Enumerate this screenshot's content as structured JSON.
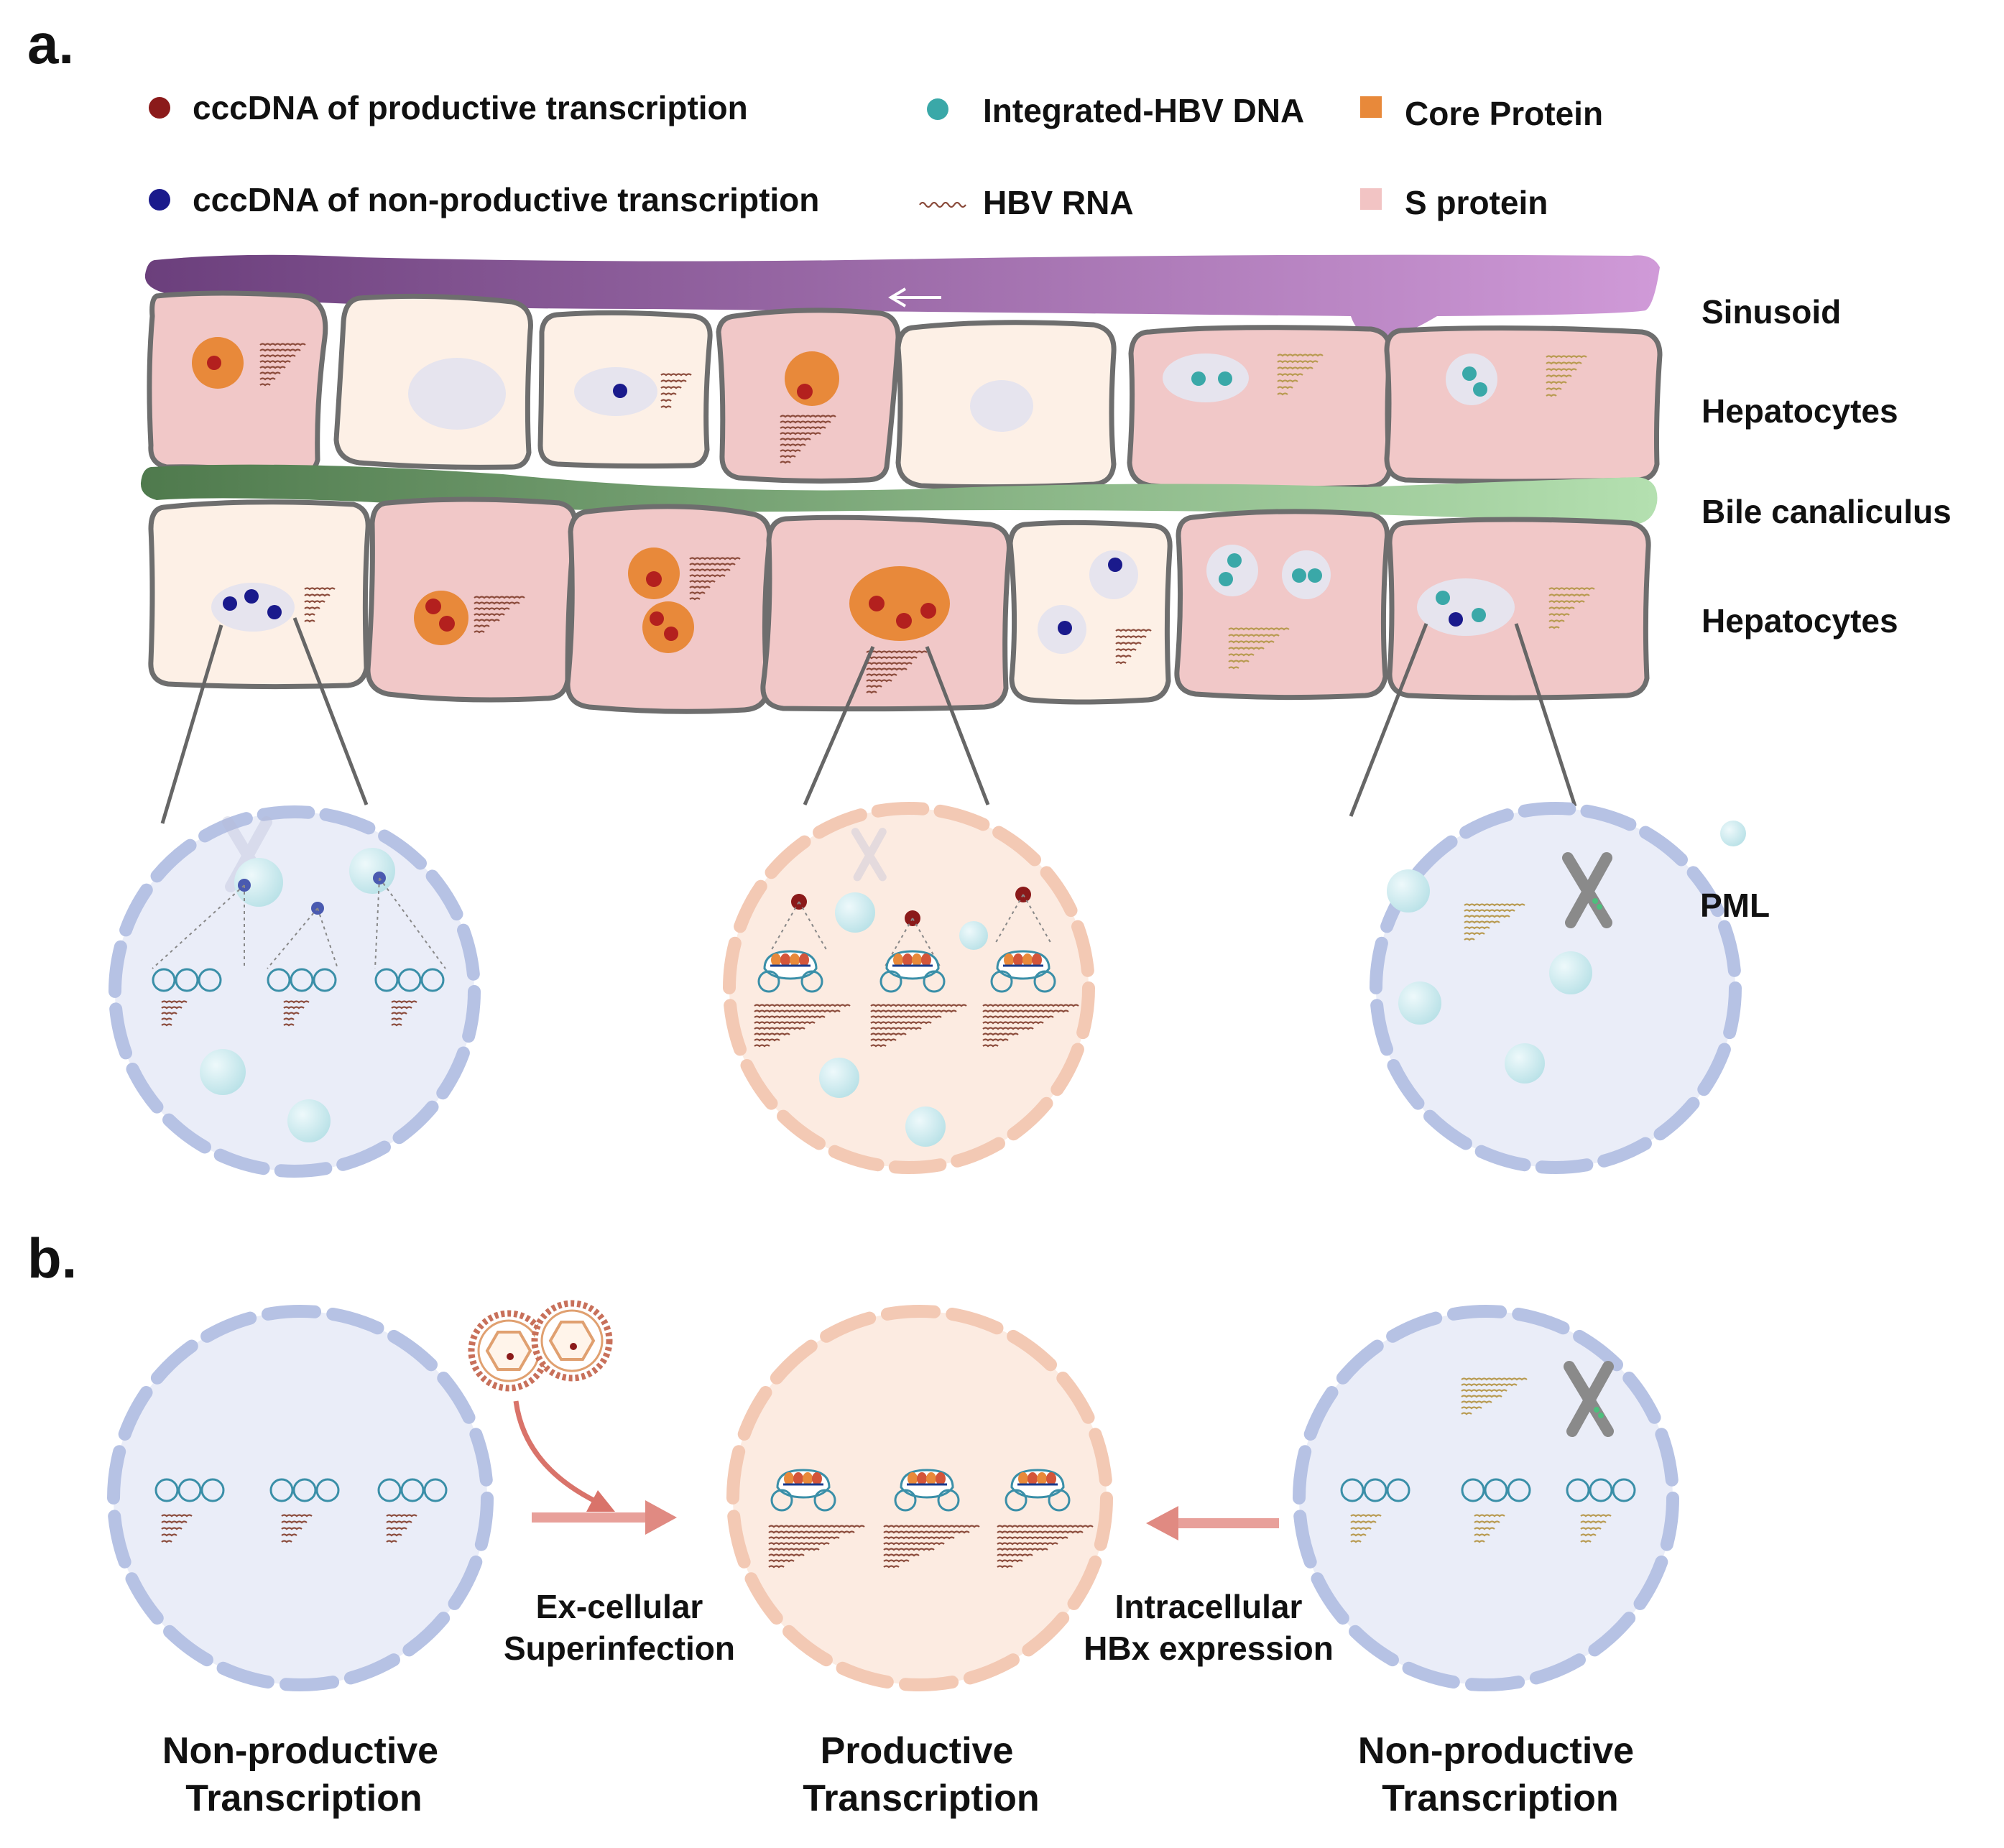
{
  "panels": {
    "a": "a.",
    "b": "b."
  },
  "legend": {
    "productive_cccdna": "cccDNA of productive transcription",
    "nonproductive_cccdna": "cccDNA of non-productive transcription",
    "integrated_dna": "Integrated-HBV DNA",
    "hbv_rna": "HBV RNA",
    "core_protein": "Core Protein",
    "s_protein": "S protein",
    "pml": "PML"
  },
  "structures": {
    "sinusoid": "Sinusoid",
    "hepatocytes_top": "Hepatocytes",
    "bile_canaliculus": "Bile canaliculus",
    "hepatocytes_bottom": "Hepatocytes"
  },
  "panel_b": {
    "left_state": [
      "Non-productive",
      "Transcription"
    ],
    "center_state": [
      "Productive",
      "Transcription"
    ],
    "right_state": [
      "Non-productive",
      "Transcription"
    ],
    "left_arrow_label": [
      "Ex-cellular",
      "Superinfection"
    ],
    "right_arrow_label": [
      "Intracellular",
      "HBx expression"
    ]
  },
  "colors": {
    "productive_cccdna": "#8b1a1a",
    "nonproductive_cccdna": "#1a1a8c",
    "integrated_dna": "#3aa8a8",
    "core_protein": "#e8893a",
    "s_protein": "#f2c4c4",
    "hbv_rna_productive": "#8a4a3a",
    "hbv_rna_integrated": "#b89a50",
    "sinusoid": "#7a4a8c",
    "bile_canaliculus": "#6a9a64",
    "arrow": "#d9736a"
  }
}
